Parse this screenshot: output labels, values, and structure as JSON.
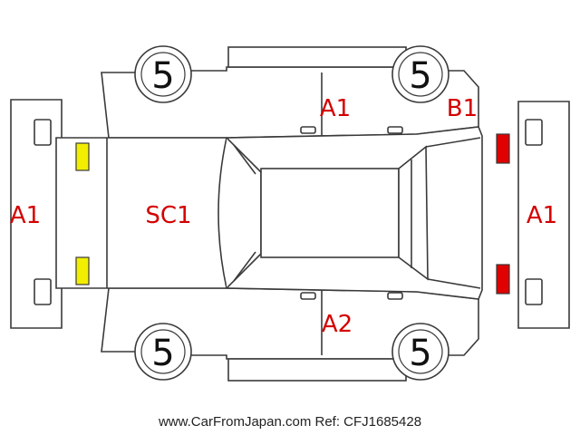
{
  "colors": {
    "outline": "#3a3a3a",
    "damage_text": "#d40000",
    "front_lamp": "#f2ee00",
    "rear_lamp": "#e00000"
  },
  "labels": {
    "front_bumper": "A1",
    "hood": "SC1",
    "roof_top": "A1",
    "rear_quarter": "B1",
    "rear_bumper": "A1",
    "door_bottom": "A2"
  },
  "tires": {
    "front_top": "5",
    "rear_top": "5",
    "front_bottom": "5",
    "rear_bottom": "5"
  },
  "footer": {
    "watermark": "www.CarFromJapan.com Ref: CFJ1685428"
  }
}
